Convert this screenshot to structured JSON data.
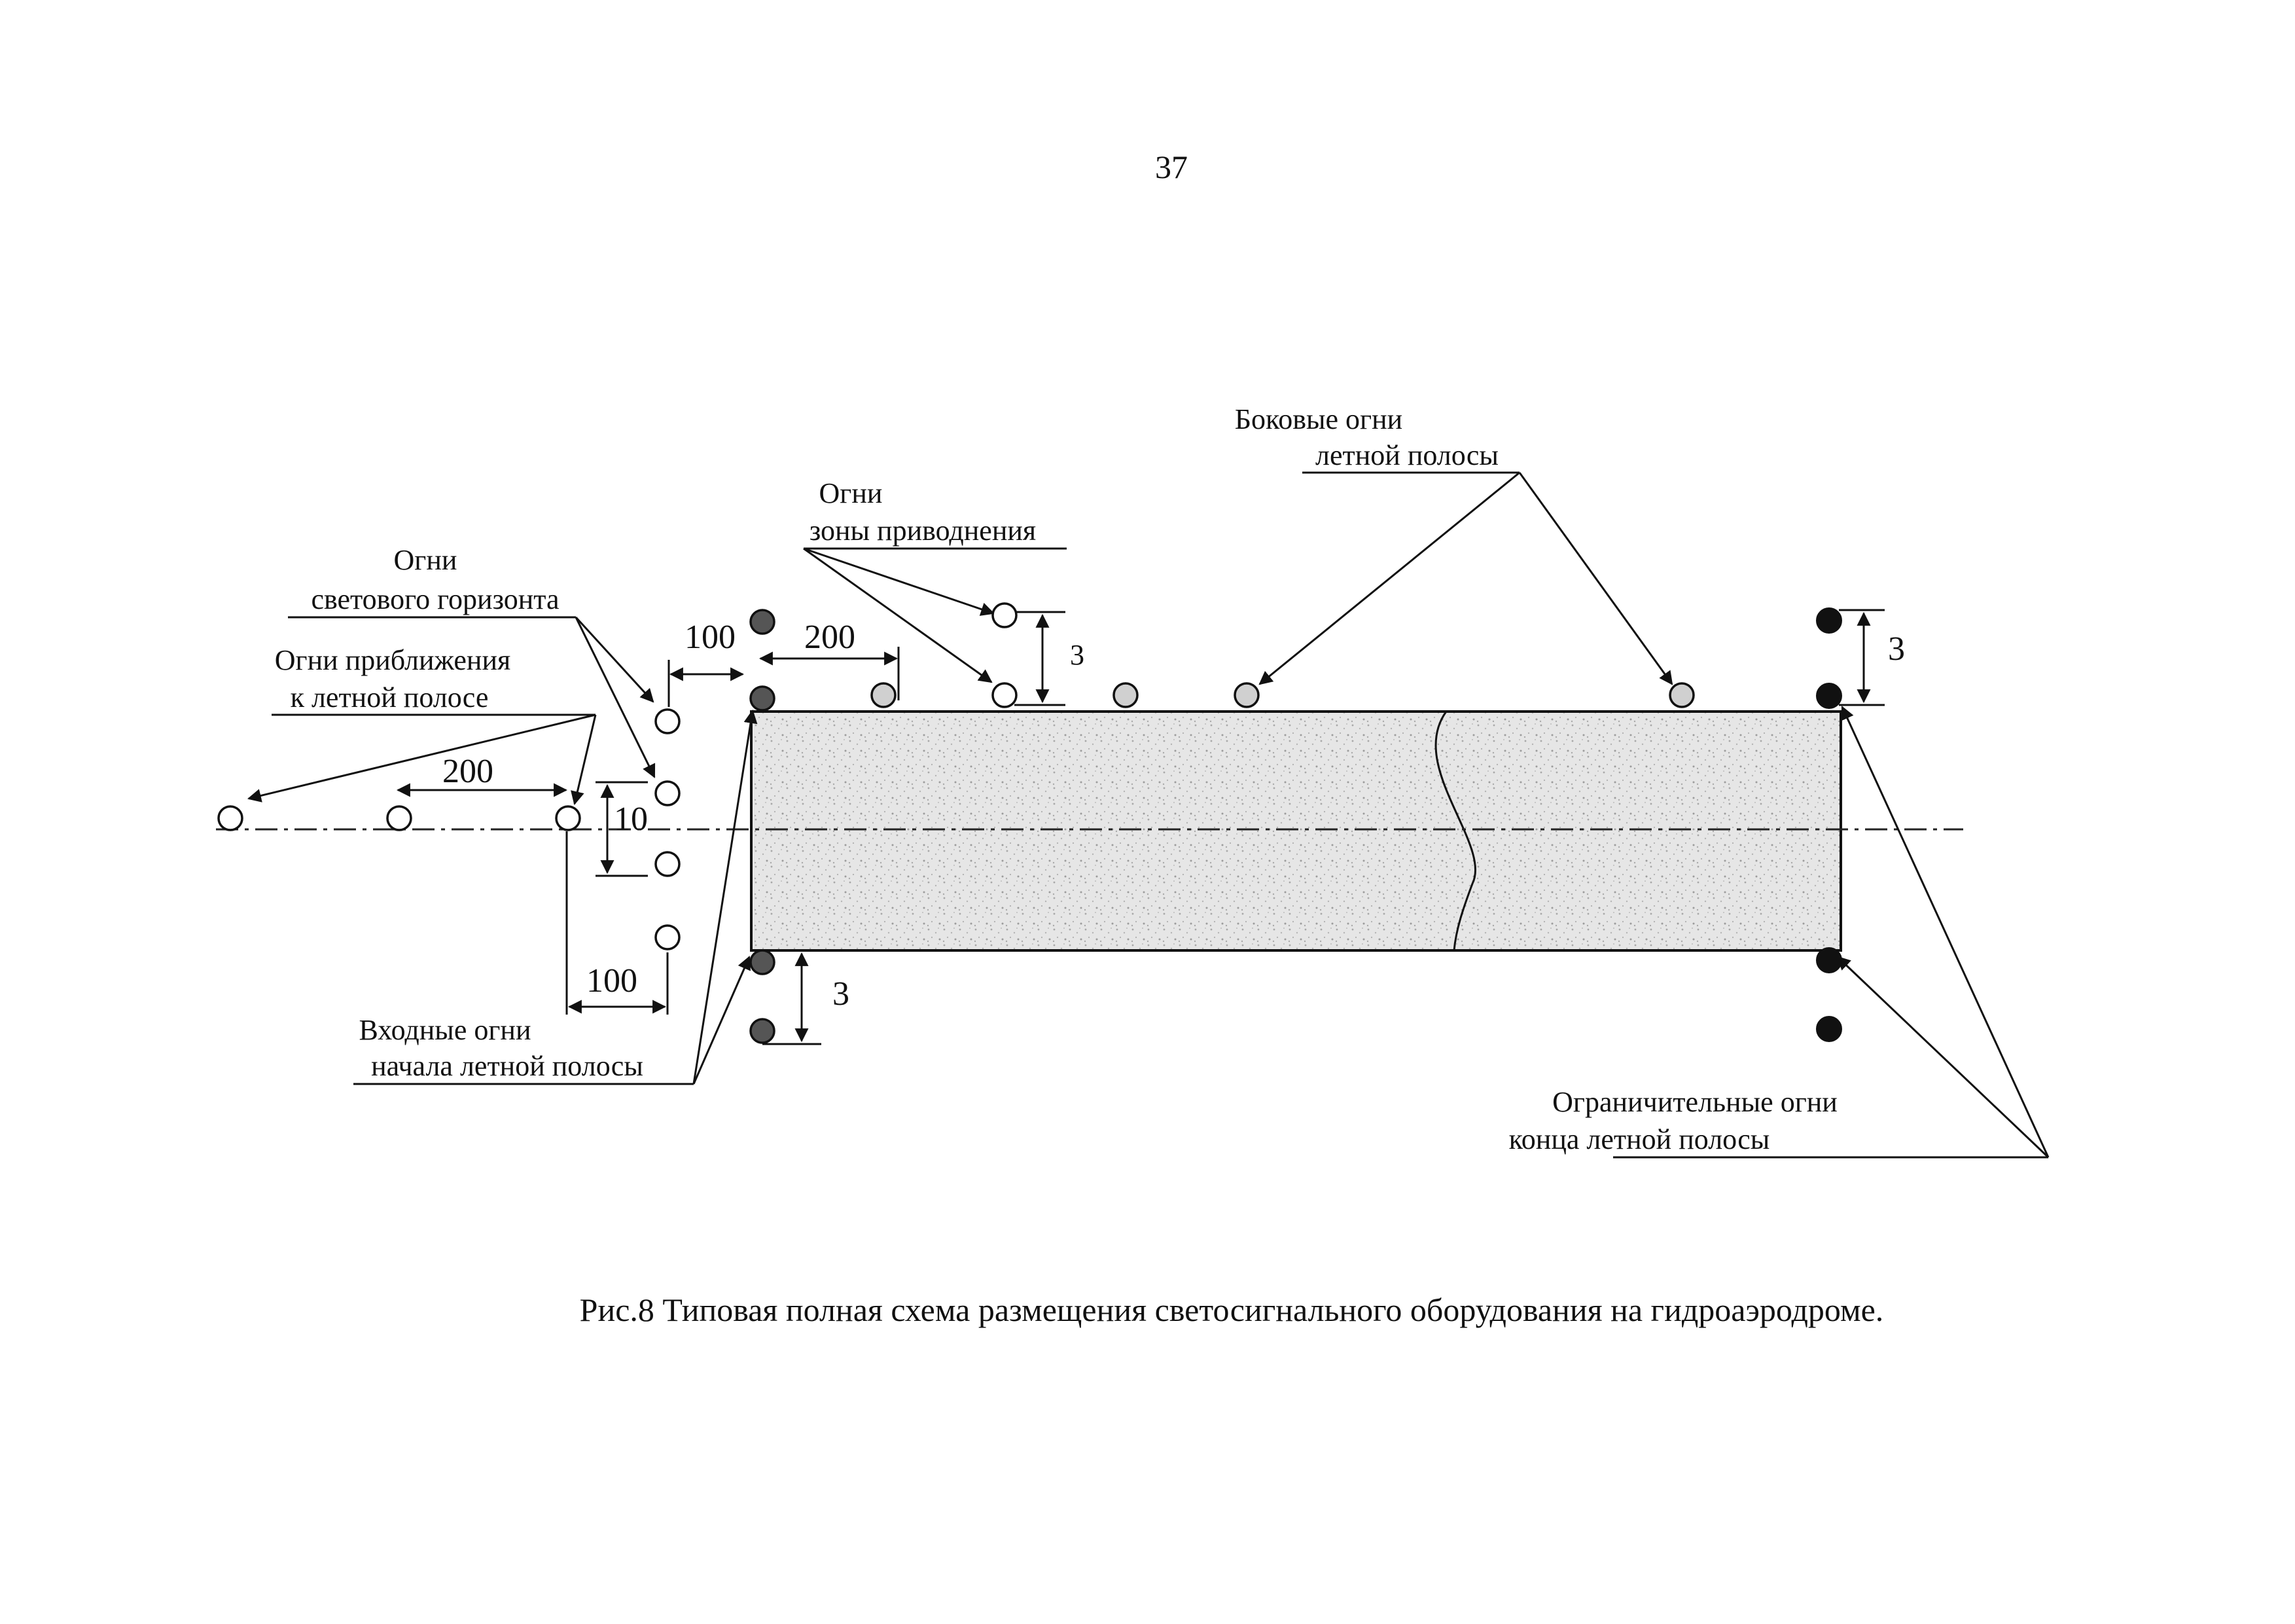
{
  "page_number": "37",
  "labels": {
    "side_lights_l1": "Боковые огни",
    "side_lights_l2": "летной полосы",
    "touchdown_l1": "Огни",
    "touchdown_l2": "зоны приводнения",
    "horizon_l1": "Огни",
    "horizon_l2": "светового горизонта",
    "approach_l1": "Огни приближения",
    "approach_l2": "к летной полосе",
    "threshold_l1": "Входные огни",
    "threshold_l2": "начала летной полосы",
    "end_l1": "Ограничительные огни",
    "end_l2": "конца  летной  полосы"
  },
  "dimensions": {
    "d100_top": "100",
    "d200_top": "200",
    "d3_touchdown": "3",
    "d3_right": "3",
    "d200_approach": "200",
    "d10": "10",
    "d100_bottom": "100",
    "d3_bottom": "3"
  },
  "caption": "Рис.8 Типовая полная схема размещения светосигнального оборудования на гидроаэродроме.",
  "colors": {
    "ink": "#111111",
    "runway_fill": "#e6e6e6"
  }
}
